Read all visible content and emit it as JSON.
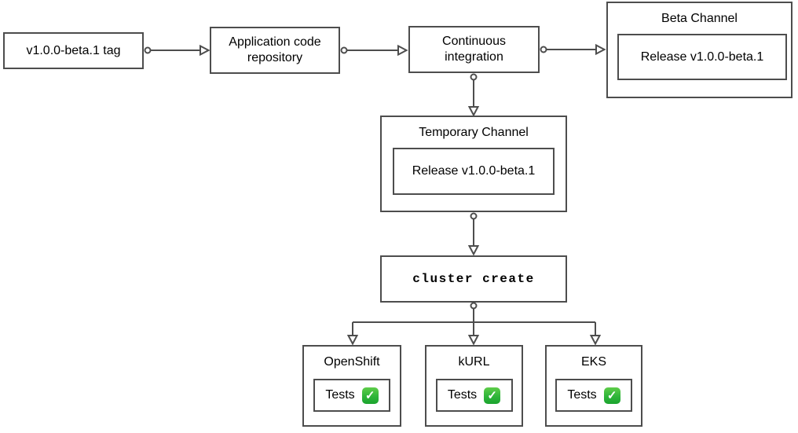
{
  "nodes": {
    "tag": {
      "label": "v1.0.0-beta.1 tag"
    },
    "repo": {
      "label": "Application code\nrepository"
    },
    "ci": {
      "label": "Continuous\nintegration"
    },
    "beta_channel": {
      "title": "Beta Channel",
      "release_label": "Release v1.0.0-beta.1"
    },
    "temporary_channel": {
      "title": "Temporary Channel",
      "release_label": "Release v1.0.0-beta.1"
    },
    "cluster_create": {
      "label": "cluster create"
    },
    "clusters": [
      {
        "title": "OpenShift",
        "tests_label": "Tests"
      },
      {
        "title": "kURL",
        "tests_label": "Tests"
      },
      {
        "title": "EKS",
        "tests_label": "Tests"
      }
    ]
  },
  "icons": {
    "check_mark": "✓",
    "check_mark_meaning": "white-check-mark-green-badge"
  },
  "colors": {
    "border": "#4d4d4d",
    "text": "#000000",
    "check_green": "#2fb53a",
    "check_mark_color": "#ffffff",
    "background": "#ffffff"
  }
}
